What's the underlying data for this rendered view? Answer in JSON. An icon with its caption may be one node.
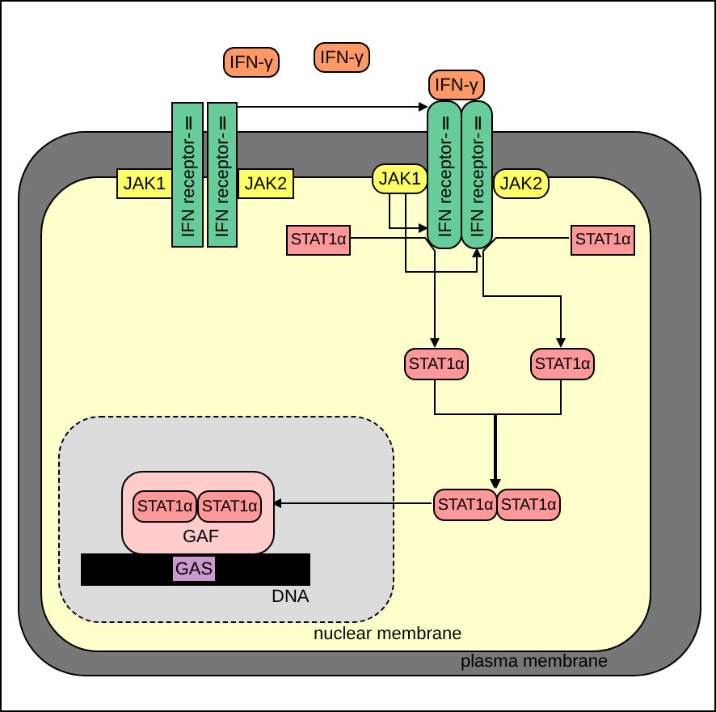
{
  "diagram": {
    "nodes": [
      {
        "text": [
          "plasma membrane"
        ]
      },
      {
        "text": [
          "IFN-γ"
        ]
      },
      {
        "text": [
          "IFN-γ"
        ]
      },
      {
        "text": [
          "IFN receptor-Ⅱ"
        ]
      },
      {
        "text": [
          "IFN receptor-Ⅱ"
        ]
      },
      {
        "text": [
          "JAK1"
        ],
        "in": 0
      },
      {
        "text": [
          "JAK2"
        ],
        "in": 0
      },
      {
        "text": [
          "IFN-γ"
        ]
      },
      {
        "text": [
          "IFN receptor-Ⅱ"
        ]
      },
      {
        "text": [
          "IFN receptor-Ⅱ"
        ]
      },
      {
        "text": [
          "JAK1"
        ],
        "in": 0
      },
      {
        "text": [
          "JAK2"
        ],
        "in": 0
      },
      {
        "text": [
          "STAT1α"
        ],
        "in": 0
      },
      {
        "text": [
          "STAT1α"
        ],
        "in": 0
      },
      {
        "text": [
          "STAT1α"
        ],
        "in": 0
      },
      {
        "text": [
          "STAT1α"
        ],
        "in": 0
      },
      {
        "text": [
          "STAT1α"
        ],
        "in": 0
      },
      {
        "text": [
          "STAT1α"
        ],
        "in": 0
      },
      {
        "text": [
          "nuclear membrane"
        ],
        "in": 0
      },
      {
        "text": [
          "GAF"
        ],
        "in": 18
      },
      {
        "text": [
          "STAT1α"
        ],
        "in": 19
      },
      {
        "text": [
          "STAT1α"
        ],
        "in": 19
      },
      {
        "text": [
          "DNA"
        ],
        "in": 18
      },
      {
        "text": [
          "GAS"
        ],
        "in": 22
      }
    ],
    "edges": [
      {
        "from": 4,
        "to": 8,
        "arrow": "to"
      },
      {
        "from": 10,
        "to": 8,
        "arrow": "to"
      },
      {
        "from": 10,
        "to": 9,
        "arrow": "to"
      },
      {
        "from": 12,
        "to": 14,
        "arrow": "to"
      },
      {
        "from": 13,
        "to": 15,
        "arrow": "to"
      },
      {
        "from": 14,
        "to": 16,
        "arrow": "to"
      },
      {
        "from": 15,
        "to": 17,
        "arrow": "to"
      },
      {
        "from": 16,
        "to": 19,
        "arrow": "to"
      }
    ]
  }
}
